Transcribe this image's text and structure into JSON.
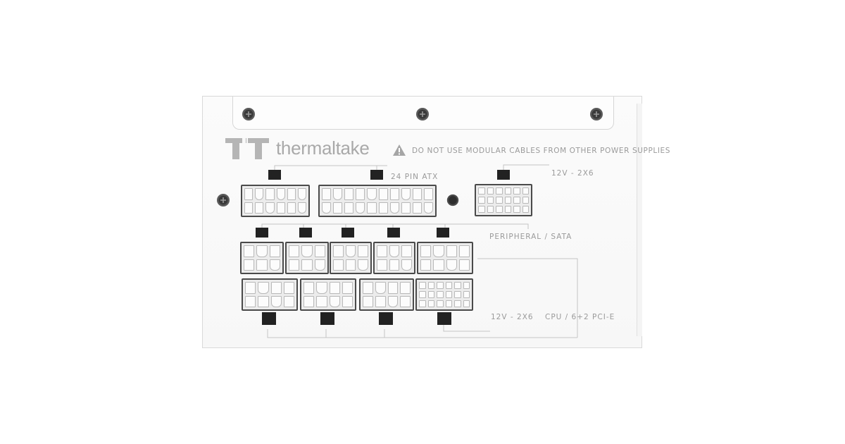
{
  "brand": {
    "name": "thermaltake",
    "logo_icon": "thermaltake-tt-logo-icon"
  },
  "warning": {
    "icon": "warning-triangle-icon",
    "text": "DO NOT USE MODULAR CABLES FROM OTHER POWER SUPPLIES"
  },
  "labels": {
    "atx": "24 PIN ATX",
    "hpwr_top": "12V - 2X6",
    "peripheral": "PERIPHERAL / SATA",
    "hpwr_bottom": "12V - 2X6",
    "cpu_pcie": "CPU / 6+2 PCI-E"
  },
  "colors": {
    "panel": "#f8f8f8",
    "connector_border": "#4a4a4a",
    "latch": "#222222",
    "label_text": "#9a9a9a"
  }
}
